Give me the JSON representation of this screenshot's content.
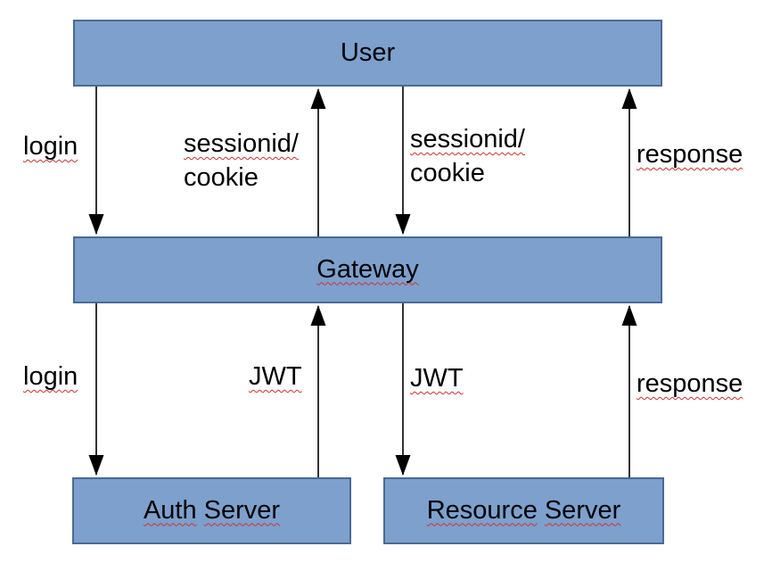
{
  "colors": {
    "node_fill": "#7da0cd",
    "node_border": "#4a6a96",
    "arrow": "#000000",
    "text": "#000000",
    "squiggle": "#d03030",
    "background": "#ffffff"
  },
  "nodes": {
    "user": {
      "label": "User"
    },
    "gateway": {
      "label": "Gateway"
    },
    "auth_server": {
      "word1": "Auth",
      "word2": "Server"
    },
    "resource_server": {
      "word1": "Resource",
      "word2": "Server"
    }
  },
  "flow_labels": {
    "login_top": "login",
    "sessionid_left_line1": "sessionid/",
    "sessionid_left_line2": "cookie",
    "sessionid_right_line1": "sessionid/",
    "sessionid_right_line2": "cookie",
    "response_top": "response",
    "login_bottom": "login",
    "jwt_left": "JWT",
    "jwt_right": "JWT",
    "response_bottom": "response"
  }
}
